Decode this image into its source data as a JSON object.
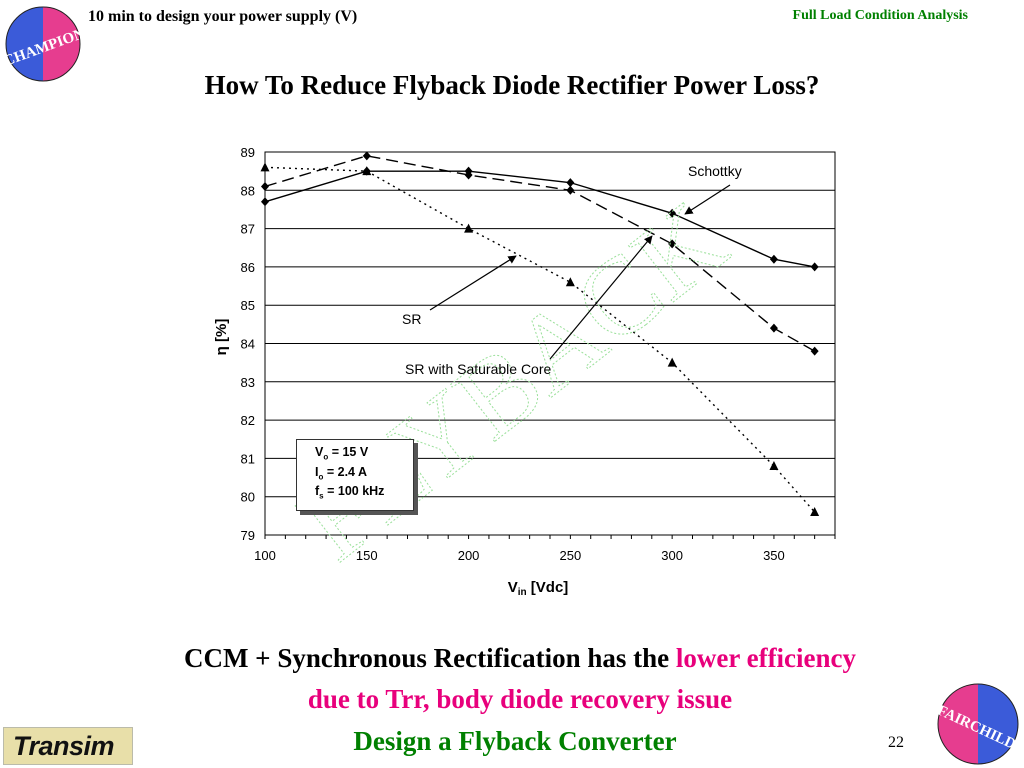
{
  "header": {
    "left_text": "10 min to design your power supply (V)",
    "right_text": "Full Load Condition Analysis"
  },
  "title": "How To Reduce Flyback Diode Rectifier Power Loss?",
  "logos": {
    "top_left_text": "CHAMPION",
    "bottom_right_text": "FAIRCHILD",
    "transim_text": "Transim"
  },
  "watermark": "FLYBACK",
  "chart_data": {
    "type": "line",
    "xlabel_main": "V",
    "xlabel_sub": "in",
    "xlabel_unit": " [Vdc]",
    "ylabel": "η [%]",
    "xlim": [
      100,
      380
    ],
    "ylim": [
      79,
      89
    ],
    "x_ticks": [
      100,
      150,
      200,
      250,
      300,
      350
    ],
    "y_ticks": [
      79,
      80,
      81,
      82,
      83,
      84,
      85,
      86,
      87,
      88,
      89
    ],
    "grid": "horizontal",
    "series": [
      {
        "name": "Schottky",
        "style": "solid",
        "marker": "diamond",
        "x": [
          100,
          150,
          200,
          250,
          300,
          350,
          370
        ],
        "y": [
          87.7,
          88.5,
          88.5,
          88.2,
          87.4,
          86.2,
          86.0
        ]
      },
      {
        "name": "SR with Saturable Core",
        "style": "dashed",
        "marker": "diamond",
        "x": [
          100,
          150,
          200,
          250,
          300,
          350,
          370
        ],
        "y": [
          88.1,
          88.9,
          88.4,
          88.0,
          86.6,
          84.4,
          83.8
        ]
      },
      {
        "name": "SR",
        "style": "dotted",
        "marker": "triangle",
        "x": [
          100,
          150,
          200,
          250,
          300,
          350,
          370
        ],
        "y": [
          88.6,
          88.5,
          87.0,
          85.6,
          83.5,
          80.8,
          79.6
        ]
      }
    ],
    "annotations": [
      {
        "text": "Schottky"
      },
      {
        "text": "SR"
      },
      {
        "text": "SR with Saturable Core"
      }
    ],
    "conditions": [
      {
        "sym": "V",
        "sub": "o",
        "val": " = 15 V"
      },
      {
        "sym": "I",
        "sub": "o",
        "val": " = 2.4 A"
      },
      {
        "sym": "f",
        "sub": "s",
        "val": " = 100 kHz"
      }
    ]
  },
  "captions": {
    "line1_black": "CCM + Synchronous Rectification has the ",
    "line1_pink": "lower efficiency",
    "line2": "due to Trr, body diode recovery issue",
    "line3": "Design a Flyback Converter"
  },
  "page_number": "22"
}
